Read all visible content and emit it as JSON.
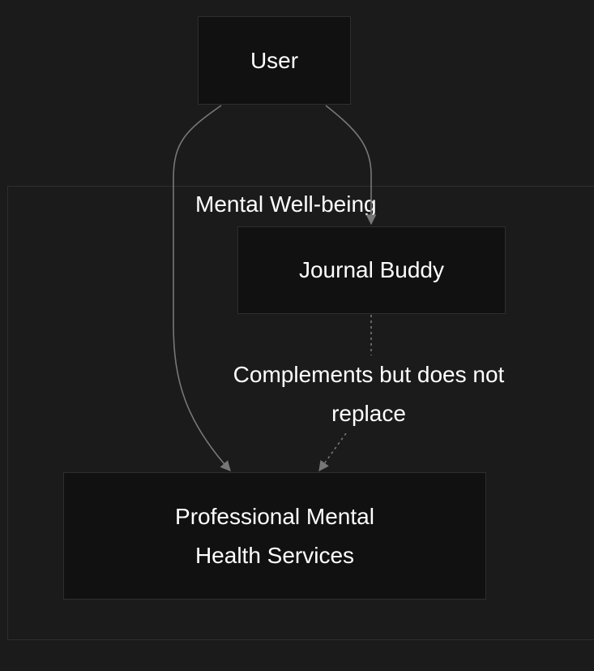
{
  "diagram": {
    "nodes": {
      "user": "User",
      "journal_buddy": "Journal Buddy",
      "professional_services": "Professional Mental Health Services"
    },
    "cluster": {
      "label": "Mental Well-being"
    },
    "edges": [
      {
        "from": "User",
        "to": "Journal Buddy",
        "style": "solid"
      },
      {
        "from": "User",
        "to": "Professional Mental Health Services",
        "style": "solid"
      },
      {
        "from": "Journal Buddy",
        "to": "Professional Mental Health Services",
        "style": "dashed",
        "label": "Complements but does not replace"
      }
    ],
    "colors": {
      "background": "#1b1b1b",
      "node_fill": "#111111",
      "border": "#2e2e2e",
      "edge": "#777777",
      "text": "#ffffff"
    }
  }
}
